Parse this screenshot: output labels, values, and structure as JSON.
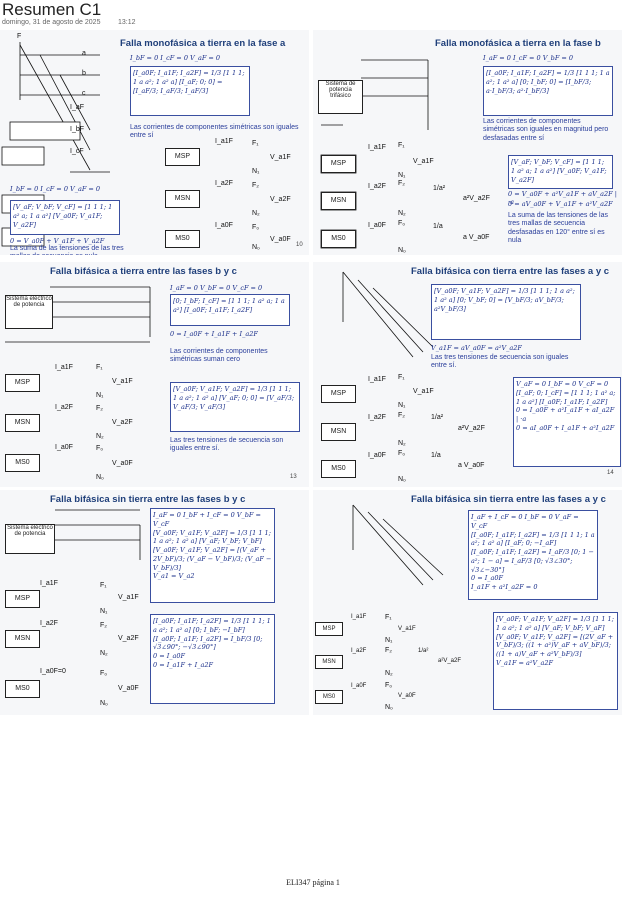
{
  "header": {
    "title": "Resumen C1",
    "date": "domingo, 31 de agosto de 2025",
    "time": "13:12"
  },
  "footer": "ELI347 página 1",
  "slides": [
    {
      "title": "Falla monofásica a tierra en la fase a",
      "cond": "I_bF = 0   I_cF = 0   V_aF = 0",
      "matrix": "[I_a0F; I_a1F; I_a2F] = 1/3 [1 1 1; 1 a a²; 1 a² a] [I_aF; 0; 0] = [I_aF/3; I_aF/3; I_aF/3]",
      "text": "Las corrientes de componentes simétricas son iguales entre sí",
      "cond2": "I_bF = 0   I_cF = 0   V_aF = 0",
      "matrix2": "[V_aF; V_bF; V_cF] = [1 1 1; 1 a² a; 1 a a²] [V_a0F; V_a1F; V_a2F]",
      "text2": "0 = V_a0F + V_a1F + V_a2F",
      "text3": "La suma de las tensiones de las tres mallas de secuencia es nula",
      "page": "10",
      "f": "F",
      "a": "a",
      "b": "b",
      "c": "c",
      "iaf": "I_aF",
      "ibf": "I_bF",
      "icf": "I_cF",
      "boxes": [
        "MSP",
        "MSN",
        "MS0"
      ],
      "nodes": [
        "F₁",
        "N₁",
        "F₂",
        "N₂",
        "F₀",
        "N₀"
      ],
      "currents": [
        "I_a1F",
        "I_a2F",
        "I_a0F"
      ],
      "volts": [
        "V_a1F",
        "V_a2F",
        "V_a0F"
      ]
    },
    {
      "title": "Falla monofásica a tierra en la fase b",
      "sys": "Sistema de potencia trifásico",
      "cond": "I_aF = 0   I_cF = 0   V_bF = 0",
      "matrix": "[I_a0F; I_a1F; I_a2F] = 1/3 [1 1 1; 1 a a²; 1 a² a] [0; I_bF; 0] = [I_bF/3; a·I_bF/3; a²·I_bF/3]",
      "text": "Las corrientes de componentes simétricas son iguales en magnitud pero desfasadas entre sí",
      "matrix2": "[V_aF; V_bF; V_cF] = [1 1 1; 1 a² a; 1 a a²] [V_a0F; V_a1F; V_a2F]",
      "text2": "0 = V_a0F + a²V_a1F + aV_a2F | ·a",
      "text2b": "0 = aV_a0F + V_a1F + a²V_a2F",
      "text3": "La suma de las tensiones de las tres mallas de secuencia desfasadas en 120° entre sí es nula",
      "boxes": [
        "MSP",
        "MSN",
        "MS0"
      ],
      "nodes": [
        "F₁",
        "N₁",
        "F₂",
        "N₂",
        "F₀",
        "N₀"
      ],
      "currents": [
        "I_a1F",
        "I_a2F",
        "I_a0F"
      ],
      "volts": [
        "V_a1F",
        "a²V_a2F",
        "a V_a0F"
      ],
      "ratio": [
        "1/a²",
        "1/a"
      ]
    },
    {
      "title": "Falla bifásica a tierra entre las fases b y c",
      "sys": "Sistema eléctrico de potencia",
      "cond": "I_aF = 0   V_bF = 0   V_cF = 0",
      "matrix": "[0; I_bF; I_cF] = [1 1 1; 1 a² a; 1 a a²] [I_a0F; I_a1F; I_a2F]",
      "text2": "0 = I_a0F + I_a1F + I_a2F",
      "text": "Las corrientes de componentes simétricas suman cero",
      "matrix2": "[V_a0F; V_a1F; V_a2F] = 1/3 [1 1 1; 1 a a²; 1 a² a] [V_aF; 0; 0] = [V_aF/3; V_aF/3; V_aF/3]",
      "text3": "Las tres tensiones de secuencia son iguales entre sí.",
      "page": "13",
      "boxes": [
        "MSP",
        "MSN",
        "MS0"
      ],
      "nodes": [
        "F₁",
        "N₁",
        "F₂",
        "N₂",
        "F₀",
        "N₀"
      ],
      "currents": [
        "I_a1F",
        "I_a2F",
        "I_a0F"
      ],
      "volts": [
        "V_a1F",
        "V_a2F",
        "V_a0F"
      ]
    },
    {
      "title": "Falla bifásica con tierra entre las fases a y c",
      "matrix": "[V_a0F; V_a1F; V_a2F] = 1/3 [1 1 1; 1 a a²; 1 a² a] [0; V_bF; 0] = [V_bF/3; aV_bF/3; a²V_bF/3]",
      "text2": "V_a1F = aV_a0F = a²V_a2F",
      "text": "Las tres tensiones de secuencia son iguales entre sí.",
      "cond": "V_aF = 0   I_bF = 0   V_cF = 0",
      "matrix2": "[I_aF; 0; I_cF] = [1 1 1; 1 a² a; 1 a a²] [I_a0F; I_a1F; I_a2F]",
      "text3": "0 = I_a0F + a²I_a1F + aI_a2F | ·a",
      "text3b": "0 = aI_a0F + I_a1F + a²I_a2F",
      "page": "14",
      "boxes": [
        "MSP",
        "MSN",
        "MS0"
      ],
      "nodes": [
        "F₁",
        "N₁",
        "F₂",
        "N₂",
        "F₀",
        "N₀"
      ],
      "currents": [
        "I_a1F",
        "I_a2F",
        "I_a0F"
      ],
      "volts": [
        "V_a1F",
        "a²V_a2F",
        "a V_a0F"
      ],
      "ratio": [
        "1/a²",
        "1/a"
      ]
    },
    {
      "title": "Falla bifásica sin tierra entre las fases b y c",
      "sys": "Sistema eléctrico de potencia",
      "cond": "I_aF = 0   I_bF + I_cF = 0   V_bF = V_cF",
      "matrix": "[V_a0F; V_a1F; V_a2F] = 1/3 [1 1 1; 1 a a²; 1 a² a] [V_aF; V_bF; V_bF]",
      "matrix1b": "[V_a0F; V_a1F; V_a2F] = [(V_aF + 2V_bF)/3; (V_aF − V_bF)/3; (V_aF − V_bF)/3]",
      "text2": "V_a1 = V_a2",
      "matrix2": "[I_a0F; I_a1F; I_a2F] = 1/3 [1 1 1; 1 a a²; 1 a² a] [0; I_bF; −I_bF]",
      "matrix2b": "[I_a0F; I_a1F; I_a2F] = I_bF/3 [0; √3∠90°; −√3∠90°]",
      "text3": "0 = I_a0F",
      "text3b": "0 = I_a1F + I_a2F",
      "boxes": [
        "MSP",
        "MSN",
        "MS0"
      ],
      "nodes": [
        "F₁",
        "N₁",
        "F₂",
        "N₂",
        "F₀",
        "N₀"
      ],
      "currents": [
        "I_a1F",
        "I_a2F",
        "I_a0F=0"
      ],
      "volts": [
        "V_a1F",
        "V_a2F",
        "V_a0F"
      ]
    },
    {
      "title": "Falla bifásica sin tierra entre las fases a y c",
      "cond": "I_aF + I_cF = 0   I_bF = 0   V_aF = V_cF",
      "matrix": "[I_a0F; I_a1F; I_a2F] = 1/3 [1 1 1; 1 a a²; 1 a² a] [I_aF; 0; −I_aF]",
      "matrix1b": "[I_a0F; I_a1F; I_a2F] = I_aF/3 [0; 1 − a²; 1 − a] = I_aF/3 [0; √3∠30°; √3∠−30°]",
      "text2": "0 = I_a0F",
      "text2b": "I_a1F + a²I_a2F = 0",
      "matrix2": "[V_a0F; V_a1F; V_a2F] = 1/3 [1 1 1; 1 a a²; 1 a² a] [V_aF; V_bF; V_aF]",
      "matrix2b": "[V_a0F; V_a1F; V_a2F] = [(2V_aF + V_bF)/3; ((1 + a²)V_aF + aV_bF)/3; ((1 + a)V_aF + a²V_bF)/3]",
      "text3": "V_a1F = a²V_a2F",
      "boxes": [
        "MSP",
        "MSN",
        "MS0"
      ],
      "nodes": [
        "F₁",
        "N₁",
        "F₂",
        "N₂",
        "F₀",
        "N₀"
      ],
      "currents": [
        "I_a1F",
        "I_a2F",
        "I_a0F"
      ],
      "volts": [
        "V_a1F",
        "a²V_a2F",
        "V_a0F"
      ],
      "ratio": [
        "1/a²"
      ]
    }
  ]
}
